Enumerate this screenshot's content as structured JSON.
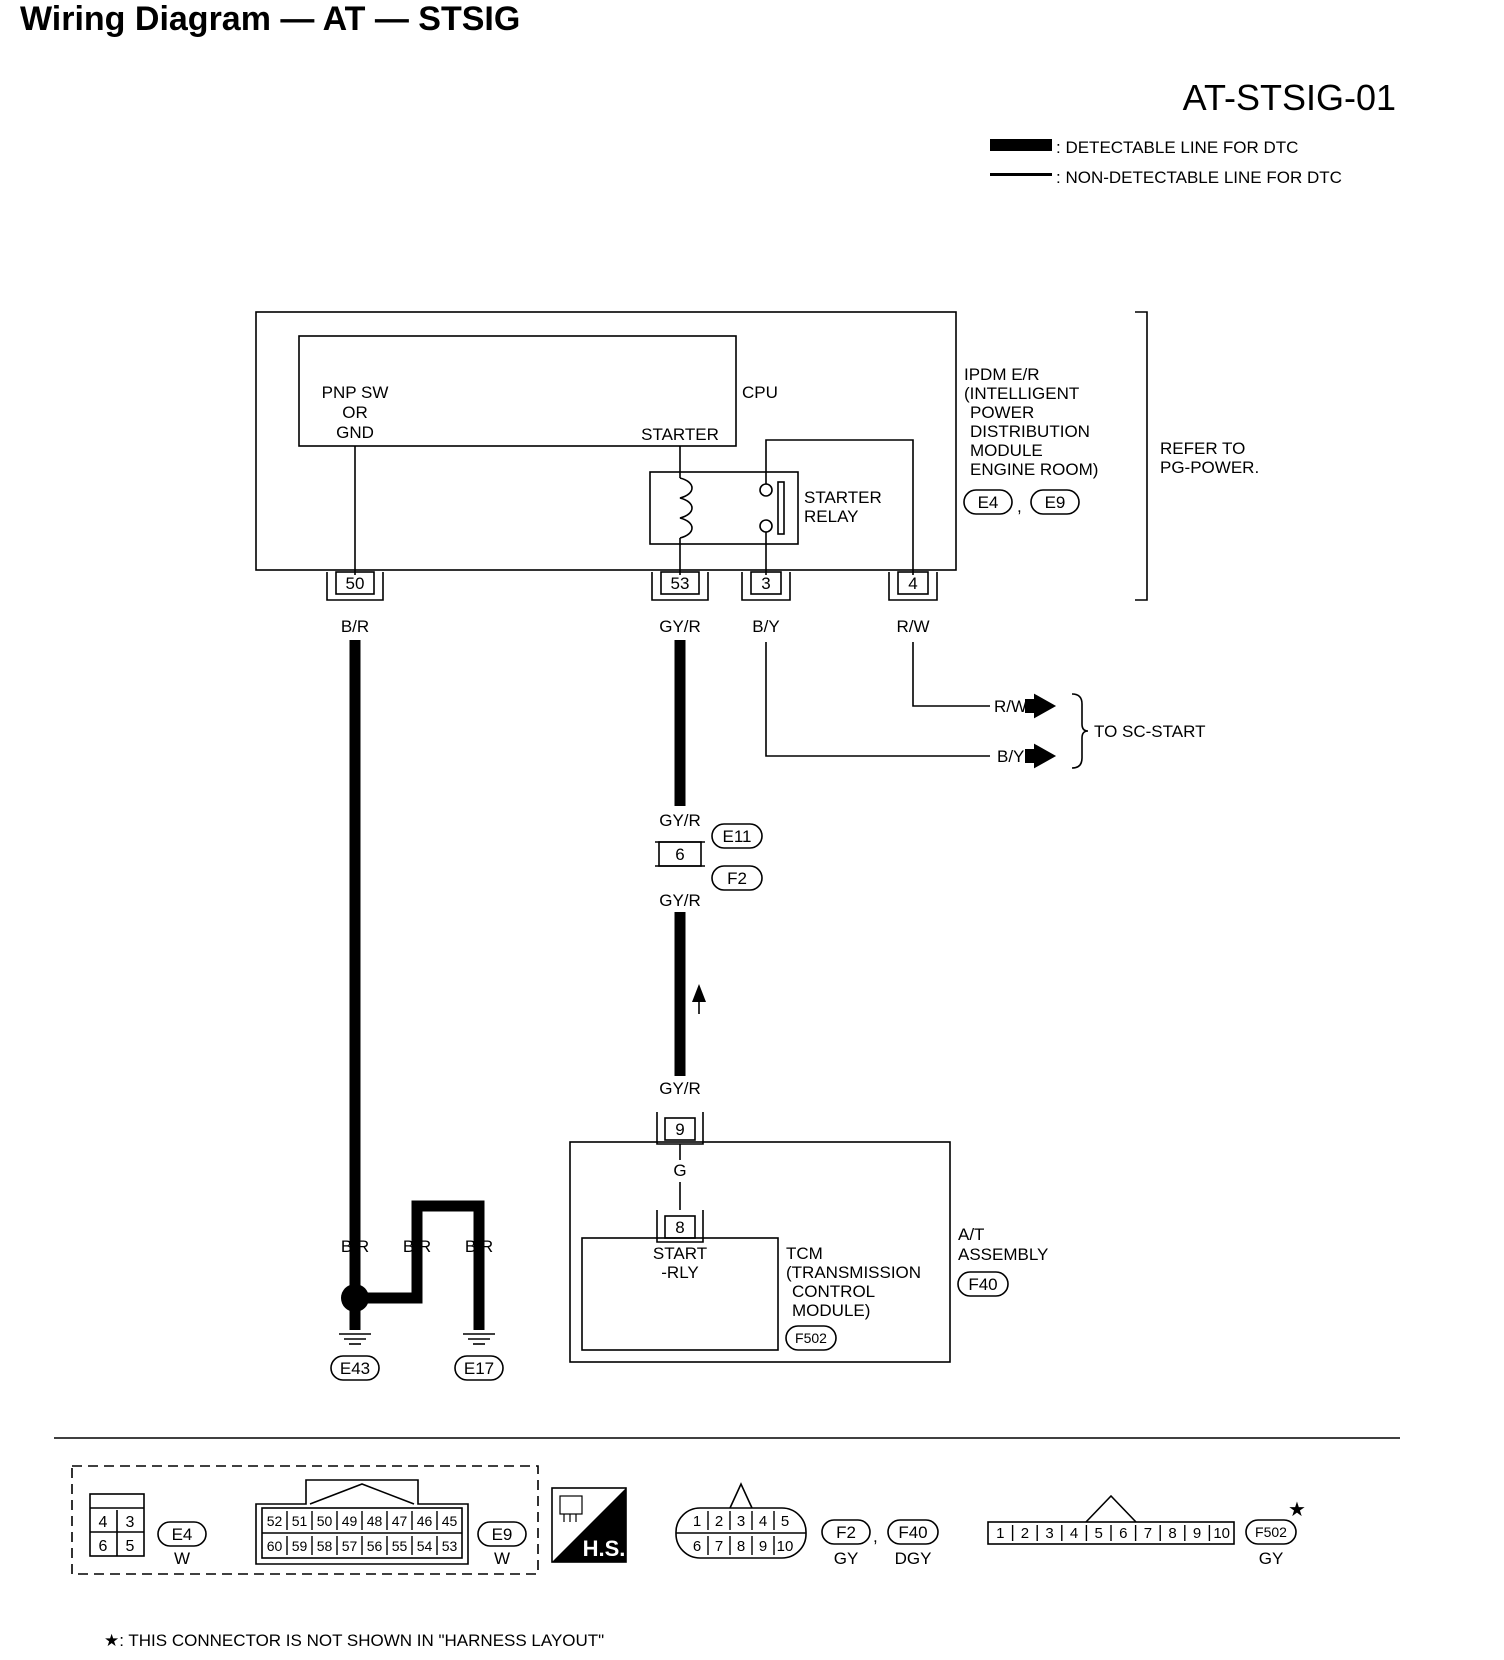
{
  "title": "Wiring Diagram — AT — STSIG",
  "diagram_id": "AT-STSIG-01",
  "legend": {
    "detectable": ": DETECTABLE LINE FOR DTC",
    "non_detectable": ": NON-DETECTABLE LINE FOR DTC"
  },
  "ipdm": {
    "cpu_label": "CPU",
    "pnp_label": [
      "PNP SW",
      "OR",
      "GND"
    ],
    "starter_label": "STARTER",
    "relay_label": [
      "STARTER",
      "RELAY"
    ],
    "name_lines": [
      "IPDM E/R",
      "(INTELLIGENT",
      "POWER",
      "DISTRIBUTION",
      "MODULE",
      "ENGINE ROOM)"
    ],
    "connectors": [
      "E4",
      "E9"
    ],
    "connector_sep": ",",
    "refer": [
      "REFER TO",
      "PG-POWER."
    ]
  },
  "pins": {
    "p50": "50",
    "p53": "53",
    "p3": "3",
    "p4": "4",
    "p6": "6",
    "p9": "9",
    "p8": "8"
  },
  "wires": {
    "br": "B/R",
    "gyr": "GY/R",
    "by": "B/Y",
    "rw": "R/W",
    "g": "G"
  },
  "to_sc_start": "TO SC-START",
  "joint_connectors": {
    "upper": "E11",
    "lower": "F2"
  },
  "grounds": {
    "left": "E43",
    "right": "E17"
  },
  "tcm": {
    "pin_label": [
      "START",
      "-RLY"
    ],
    "name_lines": [
      "TCM",
      "(TRANSMISSION",
      "CONTROL",
      "MODULE)"
    ],
    "connector": "F502"
  },
  "at_assembly": {
    "name_lines": [
      "A/T",
      "ASSEMBLY"
    ],
    "connector": "F40"
  },
  "bottom_connectors": {
    "e4": {
      "rows": [
        [
          "4",
          "3"
        ],
        [
          "6",
          "5"
        ]
      ],
      "id": "E4",
      "color": "W"
    },
    "e9": {
      "rows": [
        [
          "52",
          "51",
          "50",
          "49",
          "48",
          "47",
          "46",
          "45"
        ],
        [
          "60",
          "59",
          "58",
          "57",
          "56",
          "55",
          "54",
          "53"
        ]
      ],
      "id": "E9",
      "color": "W"
    },
    "hs_label": "H.S.",
    "f2": {
      "rows": [
        [
          "1",
          "2",
          "3",
          "4",
          "5"
        ],
        [
          "6",
          "7",
          "8",
          "9",
          "10"
        ]
      ],
      "ids": [
        "F2",
        "F40"
      ],
      "sep": ",",
      "colors": [
        "GY",
        "DGY"
      ]
    },
    "f502": {
      "pins": [
        "1",
        "2",
        "3",
        "4",
        "5",
        "6",
        "7",
        "8",
        "9",
        "10"
      ],
      "id": "F502",
      "color": "GY",
      "star": "★"
    }
  },
  "footnote": "★: THIS CONNECTOR IS NOT SHOWN IN \"HARNESS LAYOUT\""
}
